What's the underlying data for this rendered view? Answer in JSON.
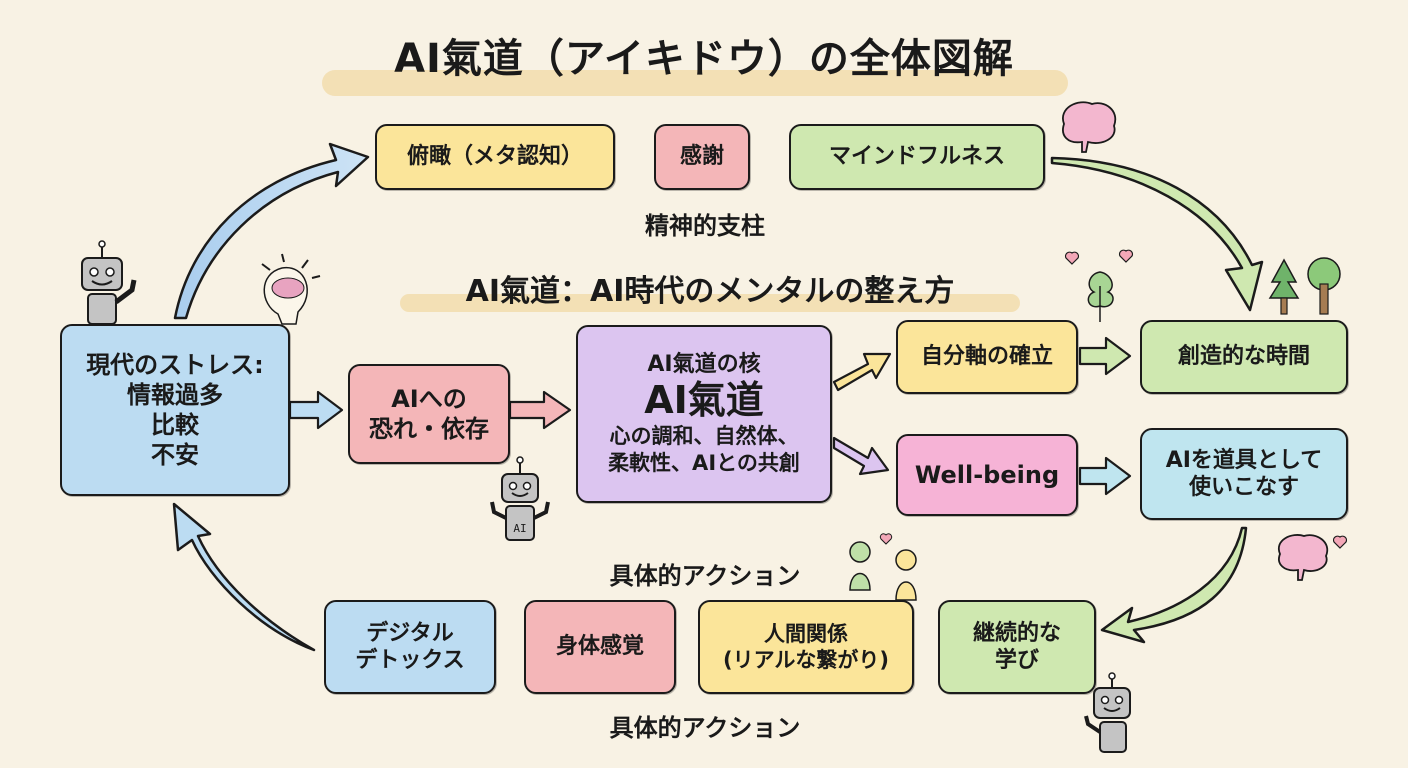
{
  "title": "AI氣道（アイキドウ）の全体図解",
  "subtitle": "AI氣道：AI時代のメンタルの整え方",
  "section_labels": {
    "top": "精神的支柱",
    "bottom_upper": "具体的アクション",
    "bottom_lower": "具体的アクション"
  },
  "top_row": [
    {
      "label": "俯瞰（メタ認知）",
      "color": "#fbe59a"
    },
    {
      "label": "感謝",
      "color": "#f4b6b8"
    },
    {
      "label": "マインドフルネス",
      "color": "#cfe8b0"
    }
  ],
  "stress_box": {
    "heading": "現代のストレス:",
    "lines": [
      "情報過多",
      "比較",
      "不安"
    ],
    "color": "#bcdcf2"
  },
  "fear_box": {
    "lines": [
      "AIへの",
      "恐れ・依存"
    ],
    "color": "#f4b6b8"
  },
  "core_box": {
    "heading": "AI氣道の核",
    "main": "AI氣道",
    "lines": [
      "心の調和、自然体、",
      "柔軟性、AIとの共創"
    ],
    "color": "#dcc5f0"
  },
  "outcomes": [
    {
      "label": "自分軸の確立",
      "color": "#fbe59a"
    },
    {
      "label": "Well-being",
      "color": "#f6b3d6"
    }
  ],
  "results": [
    {
      "label": "創造的な時間",
      "color": "#cfe8b0"
    },
    {
      "lines": [
        "AIを道具として",
        "使いこなす"
      ],
      "color": "#bfe5ef"
    }
  ],
  "bottom_row": [
    {
      "lines": [
        "デジタル",
        "デトックス"
      ],
      "color": "#bcdcf2"
    },
    {
      "lines": [
        "身体感覚"
      ],
      "color": "#f4b6b8"
    },
    {
      "lines": [
        "人間関係",
        "(リアルな繋がり)"
      ],
      "color": "#fbe59a"
    },
    {
      "lines": [
        "継続的な",
        "学び"
      ],
      "color": "#cfe8b0"
    }
  ],
  "robot_badge": "AI",
  "icons": [
    "robot-icon",
    "brain-lightbulb-icon",
    "brain-icon",
    "tree-icon",
    "heart-icon",
    "people-icon"
  ]
}
